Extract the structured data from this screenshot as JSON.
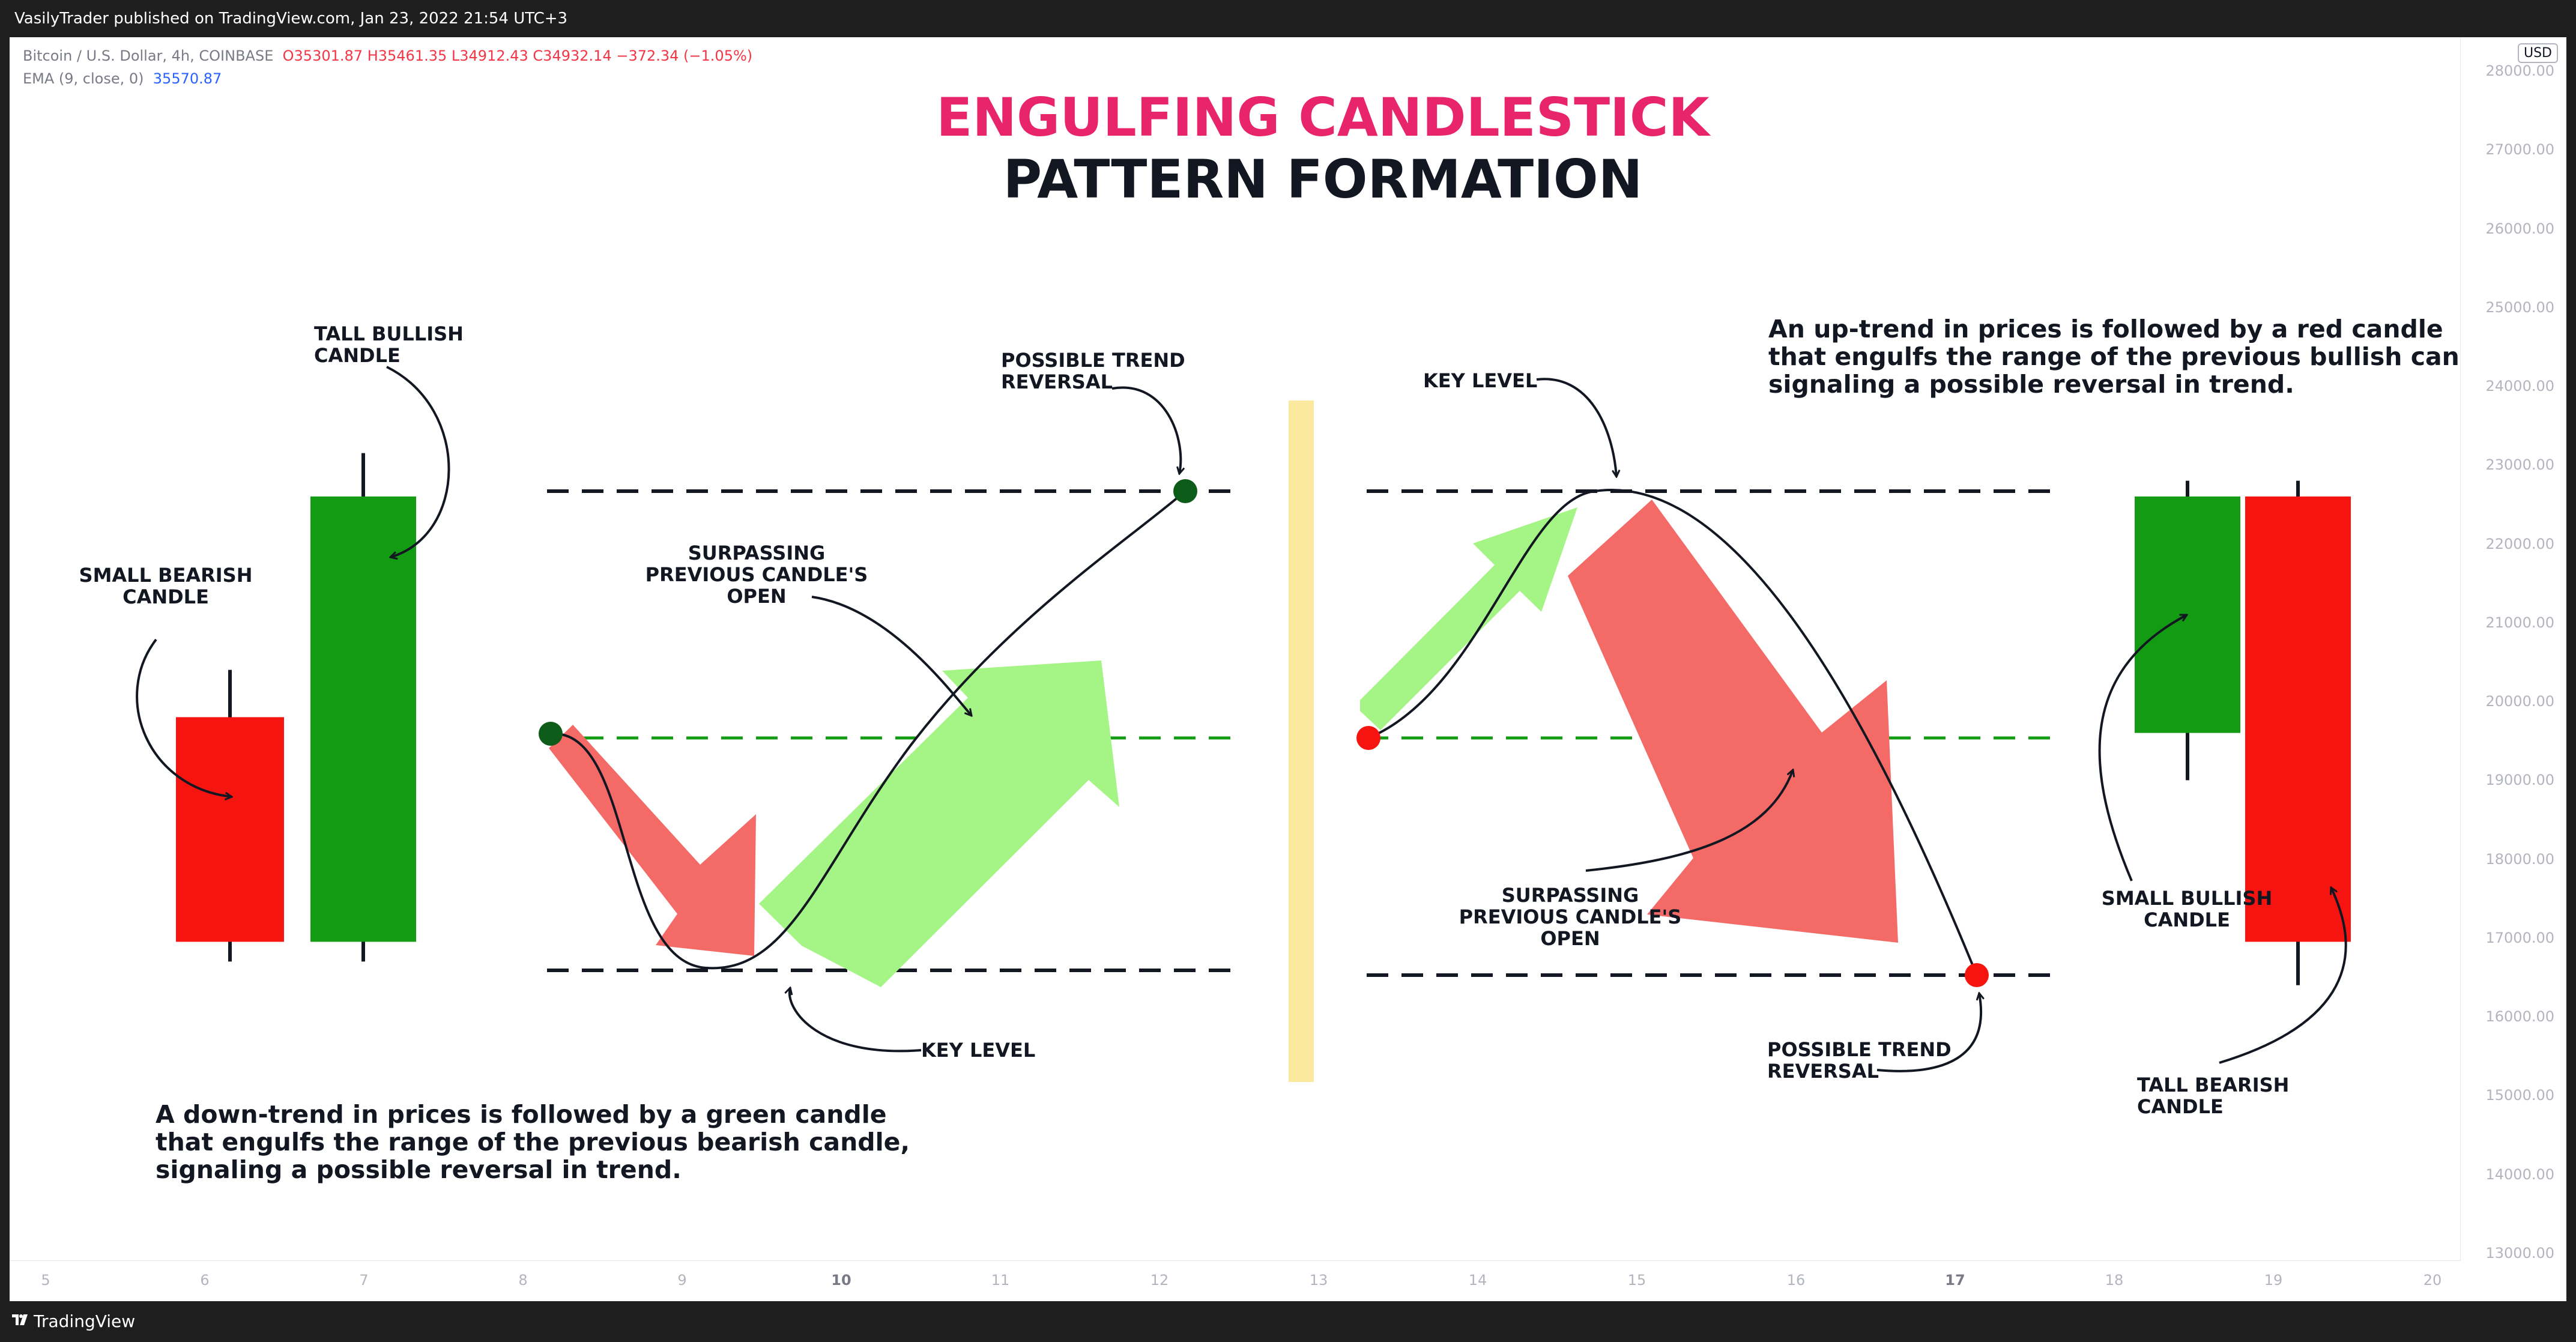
{
  "header": {
    "published": "VasilyTrader published on TradingView.com, Jan 23, 2022 21:54 UTC+3"
  },
  "legend": {
    "symbol": "Bitcoin / U.S. Dollar, 4h, COINBASE",
    "open": "O35301.87",
    "high": "H35461.35",
    "low": "L34912.43",
    "close": "C34932.14",
    "change": "−372.34 (−1.05%)",
    "ema_label": "EMA (9, close, 0)",
    "ema_value": "35570.87"
  },
  "price_axis": {
    "currency": "USD",
    "ticks": [
      "28000.00",
      "27000.00",
      "26000.00",
      "25000.00",
      "24000.00",
      "23000.00",
      "22000.00",
      "21000.00",
      "20000.00",
      "19000.00",
      "18000.00",
      "17000.00",
      "16000.00",
      "15000.00",
      "14000.00",
      "13000.00"
    ]
  },
  "time_axis": {
    "ticks": [
      "5",
      "6",
      "7",
      "8",
      "9",
      "10",
      "11",
      "12",
      "13",
      "14",
      "15",
      "16",
      "17",
      "18",
      "19",
      "20"
    ],
    "bold": [
      "10",
      "17"
    ]
  },
  "footer": {
    "brand": "TradingView"
  },
  "colors": {
    "title_accent": "#e8246b",
    "bull": "#149b14",
    "bear": "#f5140f",
    "bull_arrow": "#a4f585",
    "bear_arrow": "#f46a66",
    "divider": "#fce9a0"
  },
  "chart_data": {
    "type": "candlestick",
    "title": "ENGULFING CANDLESTICK",
    "subtitle": "PATTERN FORMATION",
    "ylim": [
      13000,
      28000
    ],
    "candles": [
      {
        "id": "bull_small_bearish",
        "side": "bullish-engulfing",
        "direction": "bearish",
        "open": 19800,
        "high": 20400,
        "low": 16700,
        "close": 16950
      },
      {
        "id": "bull_tall_bullish",
        "side": "bullish-engulfing",
        "direction": "bullish",
        "open": 16950,
        "high": 23150,
        "low": 16700,
        "close": 22600
      },
      {
        "id": "bear_small_bullish",
        "side": "bearish-engulfing",
        "direction": "bullish",
        "open": 19600,
        "high": 22800,
        "low": 19000,
        "close": 22600
      },
      {
        "id": "bear_tall_bearish",
        "side": "bearish-engulfing",
        "direction": "bearish",
        "open": 22600,
        "high": 22800,
        "low": 16400,
        "close": 16950
      }
    ],
    "levels": {
      "upper": 22700,
      "middle": 19600,
      "lower": 16650
    },
    "annotations": {
      "small_bearish": [
        "SMALL BEARISH",
        "CANDLE"
      ],
      "tall_bullish": [
        "TALL BULLISH",
        "CANDLE"
      ],
      "possible_reversal": [
        "POSSIBLE TREND",
        "REVERSAL"
      ],
      "surpassing": [
        "SURPASSING",
        "PREVIOUS CANDLE'S",
        "OPEN"
      ],
      "key_level": "KEY LEVEL",
      "small_bullish": [
        "SMALL BULLISH",
        "CANDLE"
      ],
      "tall_bearish": [
        "TALL BEARISH",
        "CANDLE"
      ]
    },
    "paragraphs": {
      "bullish": [
        "A down-trend in prices is followed by a green candle",
        "that engulfs the range of the previous bearish candle,",
        "signaling a possible reversal in trend."
      ],
      "bearish": [
        "An up-trend in prices is followed by a red candle",
        "that engulfs the range of the previous bullish candle,",
        "signaling a possible reversal in trend."
      ]
    }
  }
}
